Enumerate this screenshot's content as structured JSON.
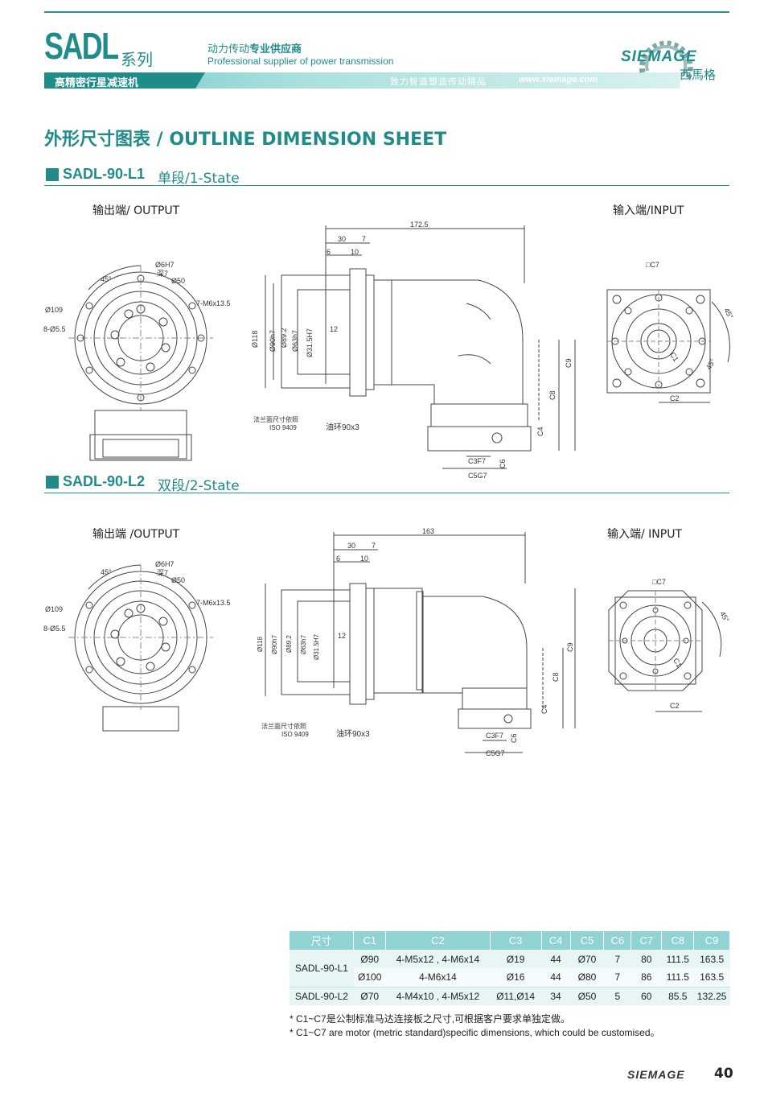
{
  "header": {
    "brand": "SADL",
    "series": "系列",
    "tagline_cn_prefix": "动力传动",
    "tagline_cn_bold": "专业供应商",
    "tagline_en": "Professional supplier of power transmission",
    "subtitle_cn": "高精密行星减速机",
    "motto": "致力智造塑造传动精品",
    "url": "www.siemage.com",
    "logo_en": "SIEMAGE",
    "logo_cn": "西馬格"
  },
  "page_title": "外形尺寸图表 / OUTLINE DIMENSION SHEET",
  "sections": [
    {
      "model": "SADL-90-L1",
      "state": "单段/1-State",
      "output_label": "输出端/ OUTPUT",
      "input_label": "输入端/INPUT",
      "dims": {
        "length": "172.5",
        "d30": "30",
        "d7": "7",
        "d6": "6",
        "d10": "10",
        "d118": "Ø118",
        "d90": "Ø90h7",
        "d89": "Ø89.2",
        "d63": "Ø63h7",
        "d31": "Ø31.5H7",
        "d12": "12",
        "flange_note": "法兰面尺寸依照",
        "iso": "ISO 9409",
        "oring": "油环90x3",
        "c3": "C3F7",
        "c5": "C5G7",
        "c6": "C6",
        "c4": "C4",
        "c8": "C8",
        "c9": "C9",
        "c7": "□C7",
        "c1": "C1",
        "c2": "C2",
        "a45": "45°",
        "o109": "Ø109",
        "o55": "8-Ø5.5",
        "o6": "Ø6H7",
        "depth": "深7",
        "o50": "Ø50",
        "m6": "7-M6x13.5"
      }
    },
    {
      "model": "SADL-90-L2",
      "state": "双段/2-State",
      "output_label": "输出端 /OUTPUT",
      "input_label": "输入端/ INPUT",
      "dims": {
        "length": "163",
        "d30": "30",
        "d7": "7",
        "d6": "6",
        "d10": "10",
        "d118": "Ø118",
        "d90": "Ø90h7",
        "d89": "Ø89.2",
        "d63": "Ø63h7",
        "d31": "Ø31.5H7",
        "d12": "12",
        "flange_note": "法兰面尺寸依照",
        "iso": "ISO 9409",
        "oring": "油环90x3",
        "c3": "C3F7",
        "c5": "C5G7",
        "c6": "C6",
        "c4": "C4",
        "c8": "C8",
        "c9": "C9",
        "c7": "□C7",
        "c1": "C1",
        "c2": "C2",
        "a45": "45°",
        "o109": "Ø109",
        "o55": "8-Ø5.5",
        "o6": "Ø6H7",
        "depth": "深7",
        "o50": "Ø50",
        "m6": "7-M6x13.5"
      }
    }
  ],
  "table": {
    "headers": [
      "尺寸",
      "C1",
      "C2",
      "C3",
      "C4",
      "C5",
      "C6",
      "C7",
      "C8",
      "C9"
    ],
    "rows": [
      {
        "model": "SADL-90-L1",
        "values": [
          "Ø90",
          "4-M5x12 , 4-M6x14",
          "Ø19",
          "44",
          "Ø70",
          "7",
          "80",
          "111.5",
          "163.5"
        ]
      },
      {
        "model": "",
        "values": [
          "Ø100",
          "4-M6x14",
          "Ø16",
          "44",
          "Ø80",
          "7",
          "86",
          "111.5",
          "163.5"
        ]
      },
      {
        "model": "SADL-90-L2",
        "values": [
          "Ø70",
          "4-M4x10 , 4-M5x12",
          "Ø11,Ø14",
          "34",
          "Ø50",
          "5",
          "60",
          "85.5",
          "132.25"
        ]
      }
    ]
  },
  "notes": [
    "* C1~C7是公制标准马达连接板之尺寸,可根据客户要求单独定做。",
    "* C1~C7 are motor (metric standard)specific dimensions, which could be customised。"
  ],
  "footer": {
    "brand": "SIEMAGE",
    "page": "40"
  },
  "colors": {
    "accent": "#1f8c8a",
    "table_header": "#8fd3d2"
  }
}
